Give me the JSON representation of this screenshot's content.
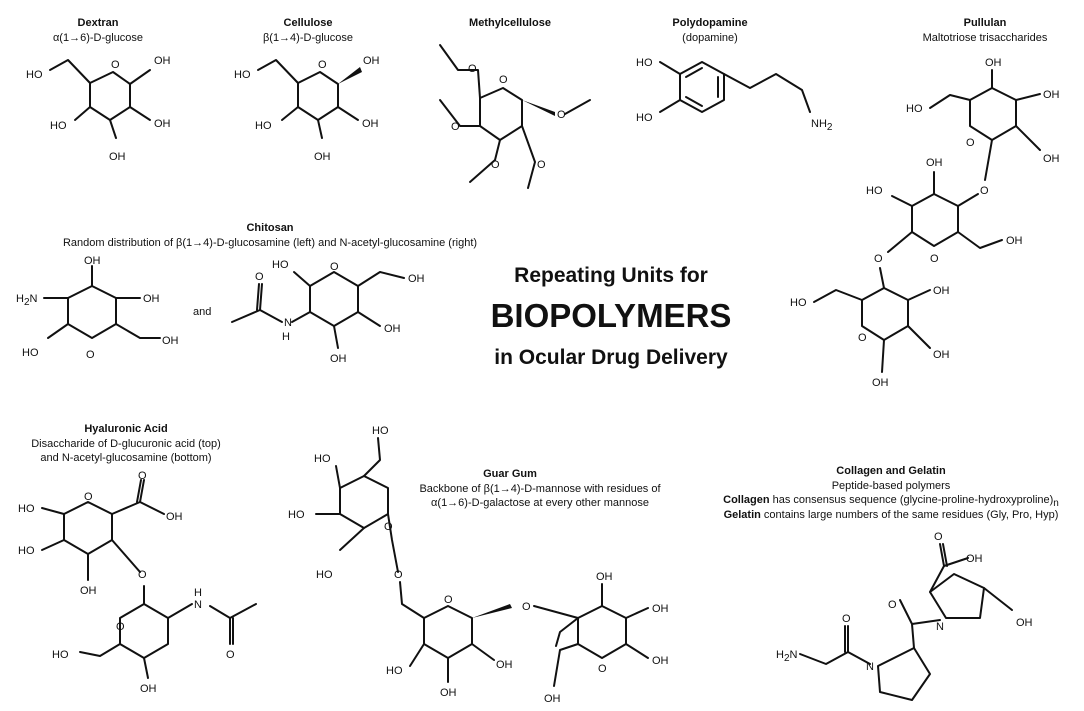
{
  "title": {
    "line1": "Repeating Units for",
    "line2": "BIOPOLYMERS",
    "line3": "in Ocular Drug Delivery"
  },
  "dextran": {
    "name": "Dextran",
    "desc": "α(1→6)-D-glucose"
  },
  "cellulose": {
    "name": "Cellulose",
    "desc": "β(1→4)-D-glucose"
  },
  "methylcellulose": {
    "name": "Methylcellulose"
  },
  "polydopamine": {
    "name": "Polydopamine",
    "desc": "(dopamine)"
  },
  "pullulan": {
    "name": "Pullulan",
    "desc": "Maltotriose trisaccharides"
  },
  "chitosan": {
    "name": "Chitosan",
    "desc": "Random distribution of β(1→4)-D-glucosamine (left) and N-acetyl-glucosamine (right)",
    "joiner": "and"
  },
  "hyaluronic": {
    "name": "Hyaluronic Acid",
    "desc1": "Disaccharide of D-glucuronic acid (top)",
    "desc2": "and N-acetyl-glucosamine (bottom)"
  },
  "guar": {
    "name": "Guar Gum",
    "desc1": "Backbone of β(1→4)-D-mannose with residues of",
    "desc2": "α(1→6)-D-galactose at every other mannose"
  },
  "collagen": {
    "name": "Collagen and Gelatin",
    "desc1": "Peptide-based polymers",
    "desc2_bold": "Collagen",
    "desc2_rest": " has consensus sequence (glycine-proline-hydroxyproline)",
    "desc2_sub": "n",
    "desc3_bold": "Gelatin",
    "desc3_rest": " contains large numbers of the same residues (Gly, Pro, Hyp)"
  },
  "atoms": {
    "OH": "OH",
    "HO": "HO",
    "O": "O",
    "N": "N",
    "NH2": "NH",
    "NH2_sub": "2",
    "H2N": "H",
    "H2N_sub": "2",
    "H2N_end": "N",
    "H": "H"
  }
}
